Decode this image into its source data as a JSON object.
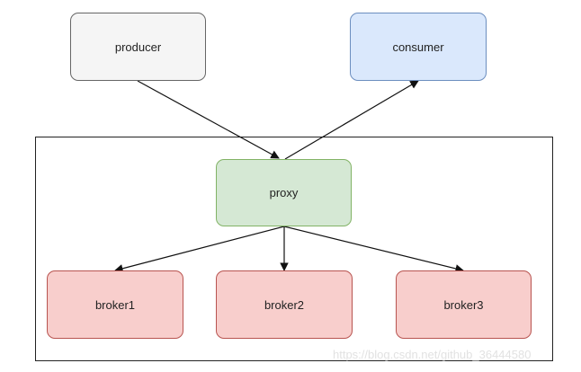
{
  "nodes": {
    "producer": {
      "label": "producer",
      "fill": "#f5f5f5",
      "stroke": "#666666"
    },
    "consumer": {
      "label": "consumer",
      "fill": "#dae8fc",
      "stroke": "#6c8ebf"
    },
    "proxy": {
      "label": "proxy",
      "fill": "#d5e8d4",
      "stroke": "#82b366"
    },
    "broker1": {
      "label": "broker1",
      "fill": "#f8cecc",
      "stroke": "#b85450"
    },
    "broker2": {
      "label": "broker2",
      "fill": "#f8cecc",
      "stroke": "#b85450"
    },
    "broker3": {
      "label": "broker3",
      "fill": "#f8cecc",
      "stroke": "#b85450"
    }
  },
  "edges": [
    {
      "from": "producer",
      "to": "proxy"
    },
    {
      "from": "proxy",
      "to": "consumer"
    },
    {
      "from": "proxy",
      "to": "broker1"
    },
    {
      "from": "proxy",
      "to": "broker2"
    },
    {
      "from": "proxy",
      "to": "broker3"
    }
  ],
  "watermark": "https://blog.csdn.net/github_36444580"
}
